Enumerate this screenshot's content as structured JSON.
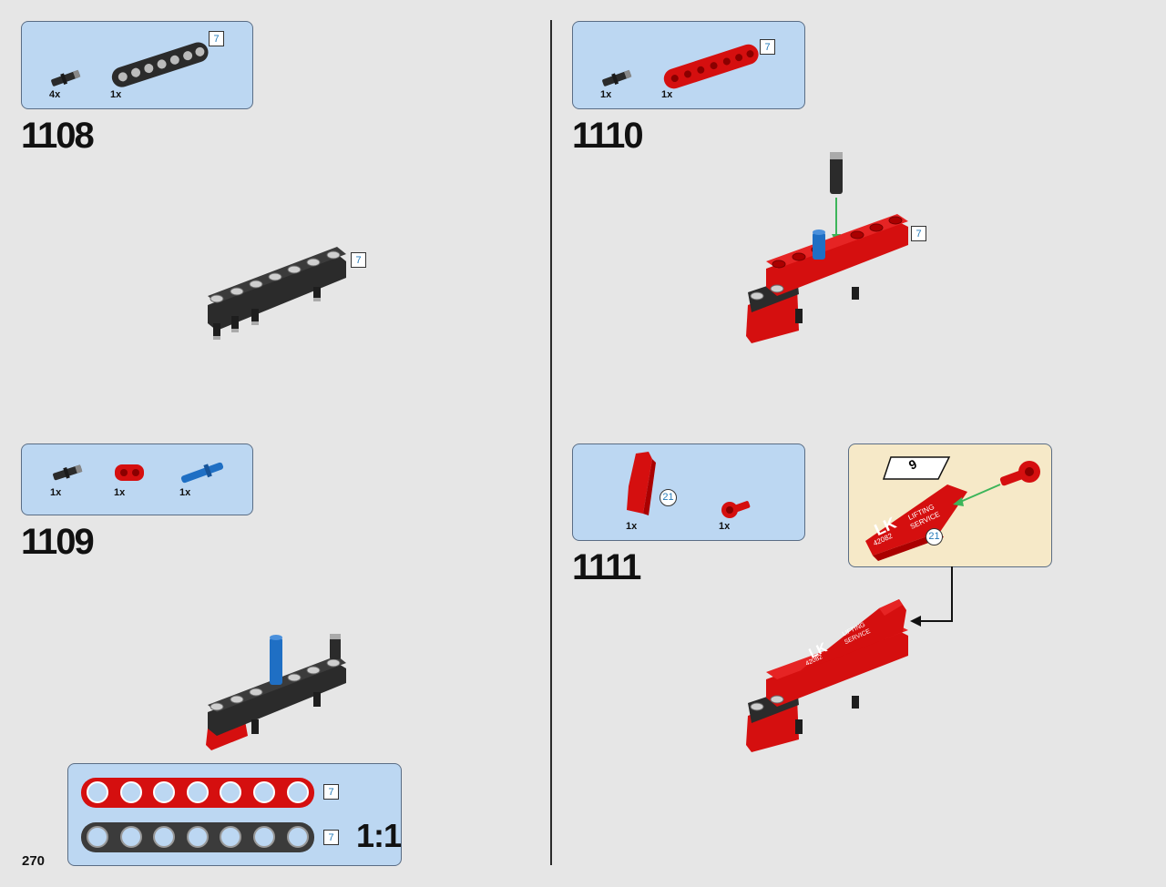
{
  "page_number": "270",
  "steps": [
    {
      "number": "1108",
      "parts": [
        {
          "qty": "4x",
          "icon": "black-friction-pin"
        },
        {
          "qty": "1x",
          "icon": "black-beam-7"
        }
      ],
      "length_badge": "7",
      "model_badge": "7"
    },
    {
      "number": "1109",
      "parts": [
        {
          "qty": "1x",
          "icon": "black-friction-pin"
        },
        {
          "qty": "1x",
          "icon": "red-connector-block"
        },
        {
          "qty": "1x",
          "icon": "blue-axle-pin"
        }
      ]
    },
    {
      "number": "1110",
      "parts": [
        {
          "qty": "1x",
          "icon": "black-friction-pin"
        },
        {
          "qty": "1x",
          "icon": "red-beam-7"
        }
      ],
      "length_badge": "7",
      "model_badge": "7"
    },
    {
      "number": "1111",
      "parts": [
        {
          "qty": "1x",
          "icon": "red-panel-sticker"
        },
        {
          "qty": "1x",
          "icon": "red-axle-connector"
        }
      ],
      "sticker_badge": "21",
      "subassembly": {
        "page_flag": "9",
        "sticker_badge": "21",
        "sticker_text_brand": "LK",
        "sticker_text_line1": "LIFTING",
        "sticker_text_line2": "SERVICE",
        "sticker_text_number": "42082"
      }
    }
  ],
  "scale_guide": {
    "red_beam_badge": "7",
    "black_beam_badge": "7",
    "label": "1:1"
  },
  "colors": {
    "callout_bg": "#bcd7f2",
    "subassembly_bg": "#f6e9c8",
    "lego_red": "#d50f0f",
    "lego_black": "#2b2b2b",
    "lego_blue": "#1f6fc4",
    "arrow_green": "#3cb55a",
    "badge_text": "#2379b8"
  }
}
